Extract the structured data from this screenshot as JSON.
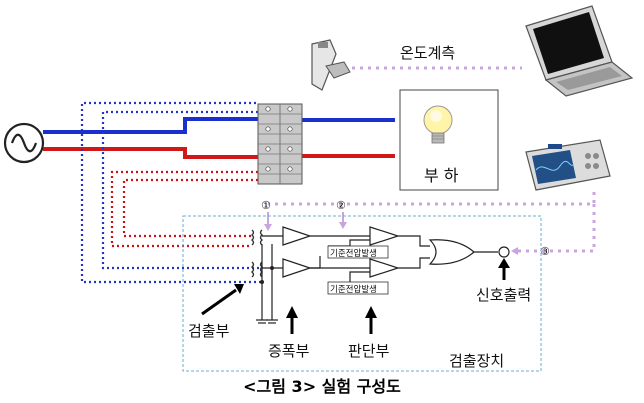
{
  "labels": {
    "temperature_measurement": "온도계측",
    "load": "부 하",
    "signal_output": "신호출력",
    "detection_unit": "검출부",
    "amplifier_unit": "증폭부",
    "judgment_unit": "판단부",
    "detection_device": "검출장치",
    "reference_voltage_1": "기준전압발생",
    "reference_voltage_2": "기준전압발생"
  },
  "markers": {
    "m1": "①",
    "m2": "②",
    "m3": "③"
  },
  "caption": "<그림 3> 실험 구성도",
  "icons": [
    "ac-source-icon",
    "ir-thermometer-icon",
    "laptop-icon",
    "lightbulb-icon",
    "oscilloscope-icon"
  ],
  "colors": {
    "live_wire": "#1a2fd0",
    "neutral_wire": "#d01818",
    "blue_dotted": "#2233cc",
    "red_dotted": "#cc1111",
    "signal_lilac": "#c8a4e0",
    "device_box": "#6aaed6"
  }
}
